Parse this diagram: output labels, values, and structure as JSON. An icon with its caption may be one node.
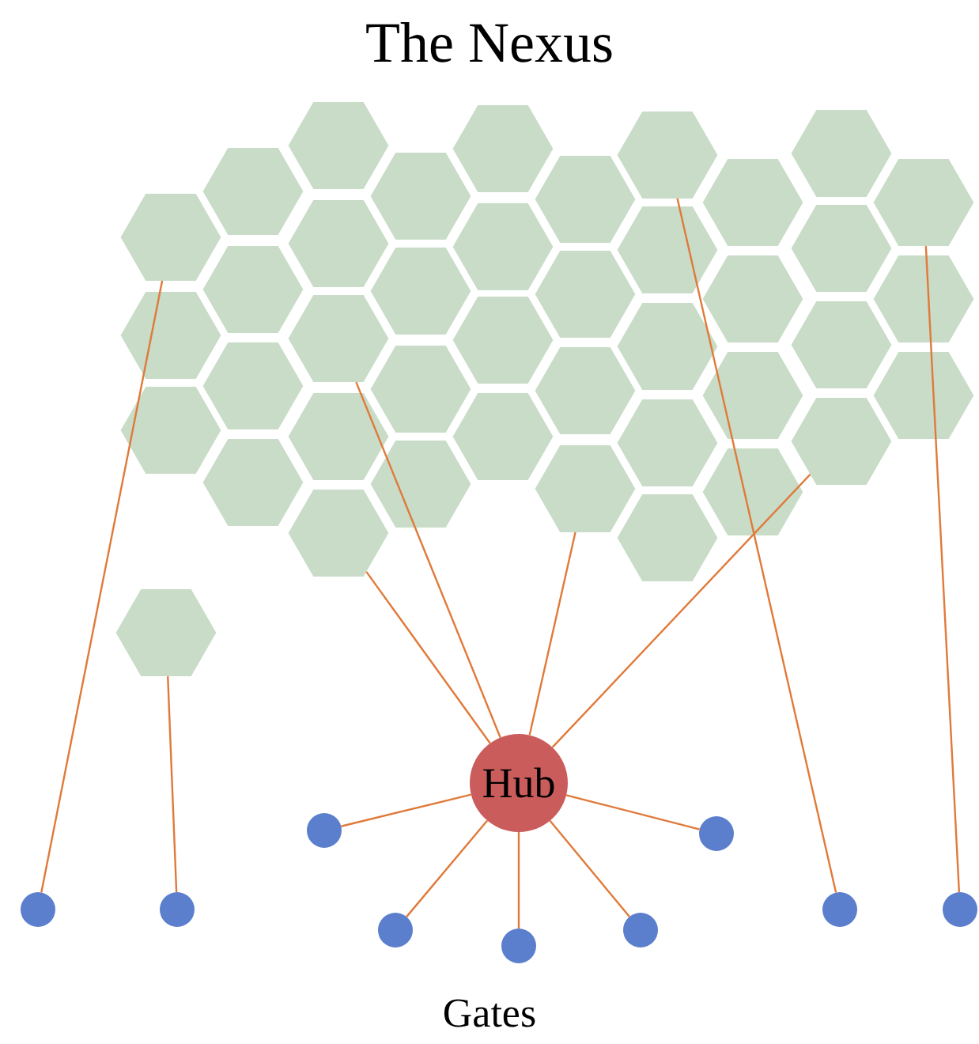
{
  "diagram": {
    "title": "The Nexus",
    "nodes": [
      {
        "text": [],
        "shape": "hexagon"
      },
      {
        "text": [],
        "shape": "hexagon"
      },
      {
        "text": [],
        "shape": "hexagon"
      },
      {
        "text": [],
        "shape": "hexagon"
      },
      {
        "text": [],
        "shape": "hexagon"
      },
      {
        "text": [],
        "shape": "hexagon"
      },
      {
        "text": [],
        "shape": "hexagon"
      },
      {
        "text": [],
        "shape": "hexagon"
      },
      {
        "text": [
          "Hub"
        ]
      },
      {
        "text": [],
        "shape": "circle"
      },
      {
        "text": [],
        "shape": "circle"
      },
      {
        "text": [],
        "shape": "circle"
      },
      {
        "text": [],
        "shape": "circle"
      },
      {
        "text": [],
        "shape": "circle"
      },
      {
        "text": [],
        "shape": "circle"
      },
      {
        "text": [],
        "shape": "circle"
      },
      {
        "text": [],
        "shape": "circle"
      },
      {
        "text": [],
        "shape": "circle"
      }
    ],
    "edges": [
      {
        "from": 9,
        "to": 0,
        "arrow": "none"
      },
      {
        "from": 10,
        "to": 1,
        "arrow": "none"
      },
      {
        "from": 8,
        "to": 3,
        "arrow": "none"
      },
      {
        "from": 8,
        "to": 2,
        "arrow": "none"
      },
      {
        "from": 8,
        "to": 4,
        "arrow": "none"
      },
      {
        "from": 8,
        "to": 6,
        "arrow": "none"
      },
      {
        "from": 8,
        "to": 11,
        "arrow": "none"
      },
      {
        "from": 8,
        "to": 12,
        "arrow": "none"
      },
      {
        "from": 8,
        "to": 13,
        "arrow": "none"
      },
      {
        "from": 8,
        "to": 14,
        "arrow": "none"
      },
      {
        "from": 8,
        "to": 15,
        "arrow": "none"
      },
      {
        "from": 16,
        "to": 5,
        "arrow": "none"
      },
      {
        "from": 17,
        "to": 7,
        "arrow": "none"
      }
    ],
    "labels": [
      "Gates"
    ]
  }
}
